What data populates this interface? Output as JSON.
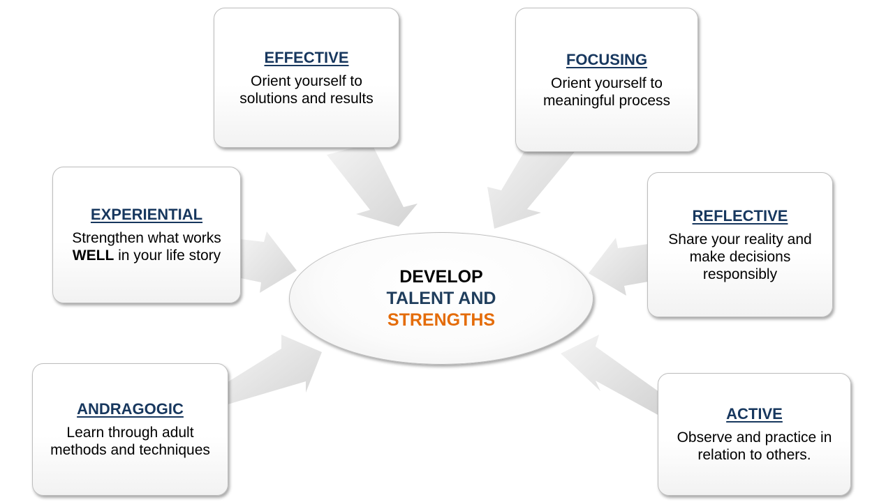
{
  "center": {
    "line1": "DEVELOP",
    "line2": "TALENT AND",
    "line3": "STRENGTHS"
  },
  "colors": {
    "title": "#17375e",
    "center_line1": "#000000",
    "center_line2": "#1f3d5c",
    "center_line3": "#e46c0a",
    "arrow_fill": "#dcdcdc"
  },
  "boxes": {
    "effective": {
      "title": "EFFECTIVE",
      "desc": [
        "Orient yourself to",
        "solutions and results"
      ]
    },
    "focusing": {
      "title": "FOCUSING",
      "desc": [
        "Orient yourself to",
        "meaningful process"
      ]
    },
    "experiential": {
      "title": "EXPERIENTIAL",
      "desc_line1": "Strengthen what works",
      "desc_bold": "WELL",
      "desc_line2_rest": " in your life story"
    },
    "reflective": {
      "title": "REFLECTIVE",
      "desc": [
        "Share your reality and",
        "make decisions",
        "responsibly"
      ]
    },
    "andragogic": {
      "title": "ANDRAGOGIC",
      "desc": [
        "Learn through adult",
        "methods and techniques"
      ]
    },
    "active": {
      "title": "ACTIVE",
      "desc": [
        "Observe and practice in",
        "relation to others."
      ]
    }
  }
}
